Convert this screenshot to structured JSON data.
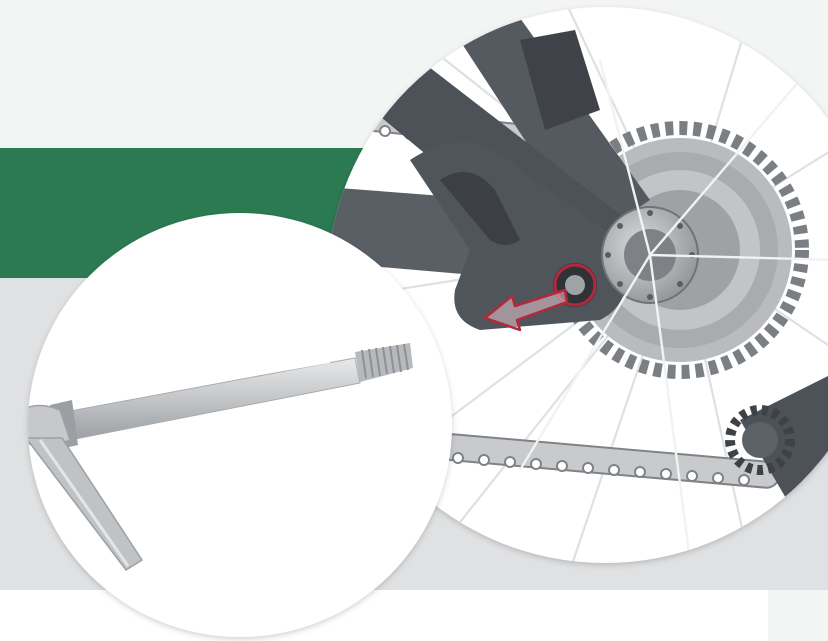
{
  "illustration": {
    "subject": "rear-thru-axle-removal",
    "icons": {
      "detail_circle": "bike-rear-dropout-illustration",
      "axle_circle": "thru-axle-illustration",
      "arrow": "pull-out-arrow-icon"
    }
  },
  "colors": {
    "accent": "#2c7a52",
    "frame": "#4d5259",
    "arrow": "#b5283a",
    "background_light": "#f3f4f4",
    "background_gray": "#e0e1e2"
  }
}
